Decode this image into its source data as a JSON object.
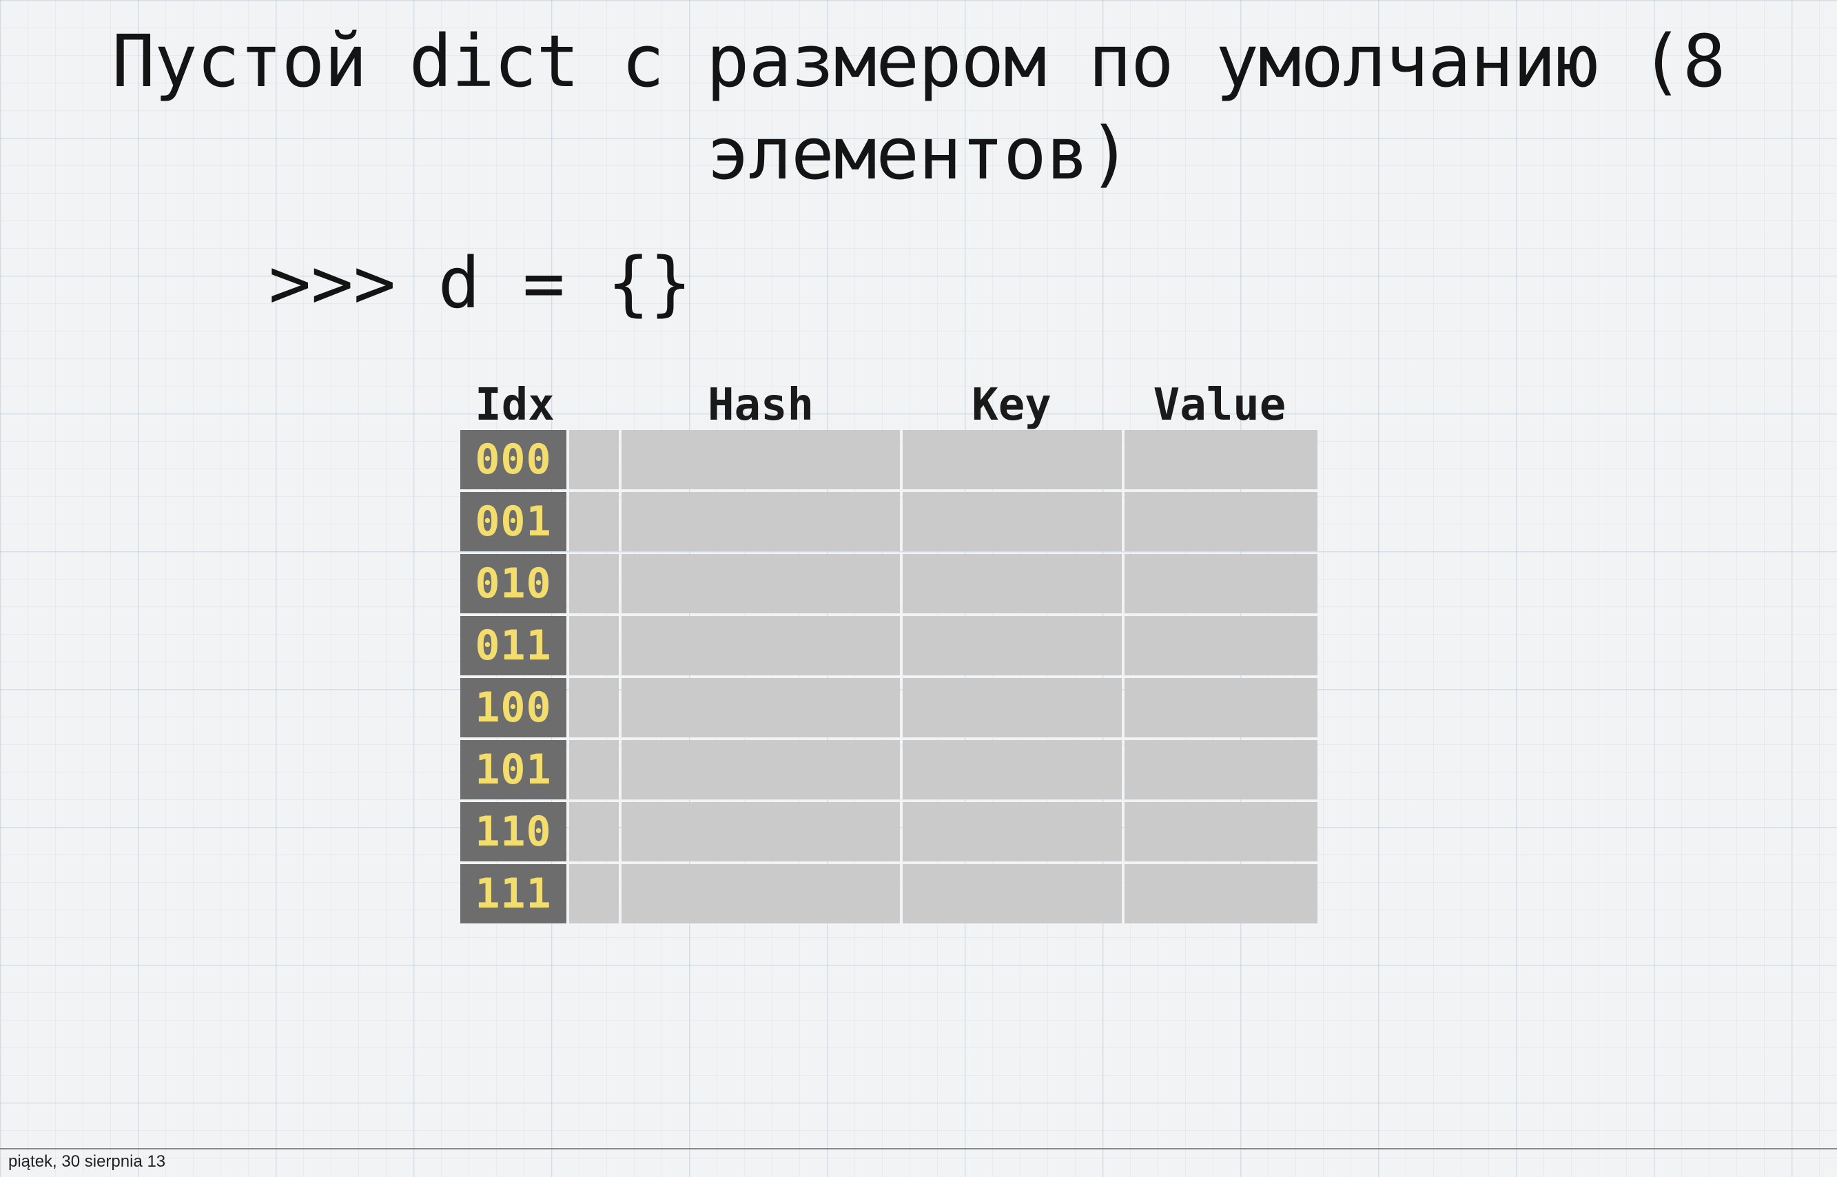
{
  "slide": {
    "title": "Пустой dict с размером по умолчанию (8 элементов)",
    "code": ">>> d = {}"
  },
  "table": {
    "headers": {
      "idx": "Idx",
      "hash": "Hash",
      "key": "Key",
      "value": "Value"
    },
    "rows": [
      {
        "idx": "000",
        "hash": "",
        "key": "",
        "value": ""
      },
      {
        "idx": "001",
        "hash": "",
        "key": "",
        "value": ""
      },
      {
        "idx": "010",
        "hash": "",
        "key": "",
        "value": ""
      },
      {
        "idx": "011",
        "hash": "",
        "key": "",
        "value": ""
      },
      {
        "idx": "100",
        "hash": "",
        "key": "",
        "value": ""
      },
      {
        "idx": "101",
        "hash": "",
        "key": "",
        "value": ""
      },
      {
        "idx": "110",
        "hash": "",
        "key": "",
        "value": ""
      },
      {
        "idx": "111",
        "hash": "",
        "key": "",
        "value": ""
      }
    ]
  },
  "footer": {
    "date": "piątek, 30 sierpnia 13"
  },
  "colors": {
    "index_cell_background": "#6d6d6d",
    "index_cell_text": "#f3dd6c",
    "empty_slot": "#cacaca",
    "page_background": "#f1f3f4"
  }
}
